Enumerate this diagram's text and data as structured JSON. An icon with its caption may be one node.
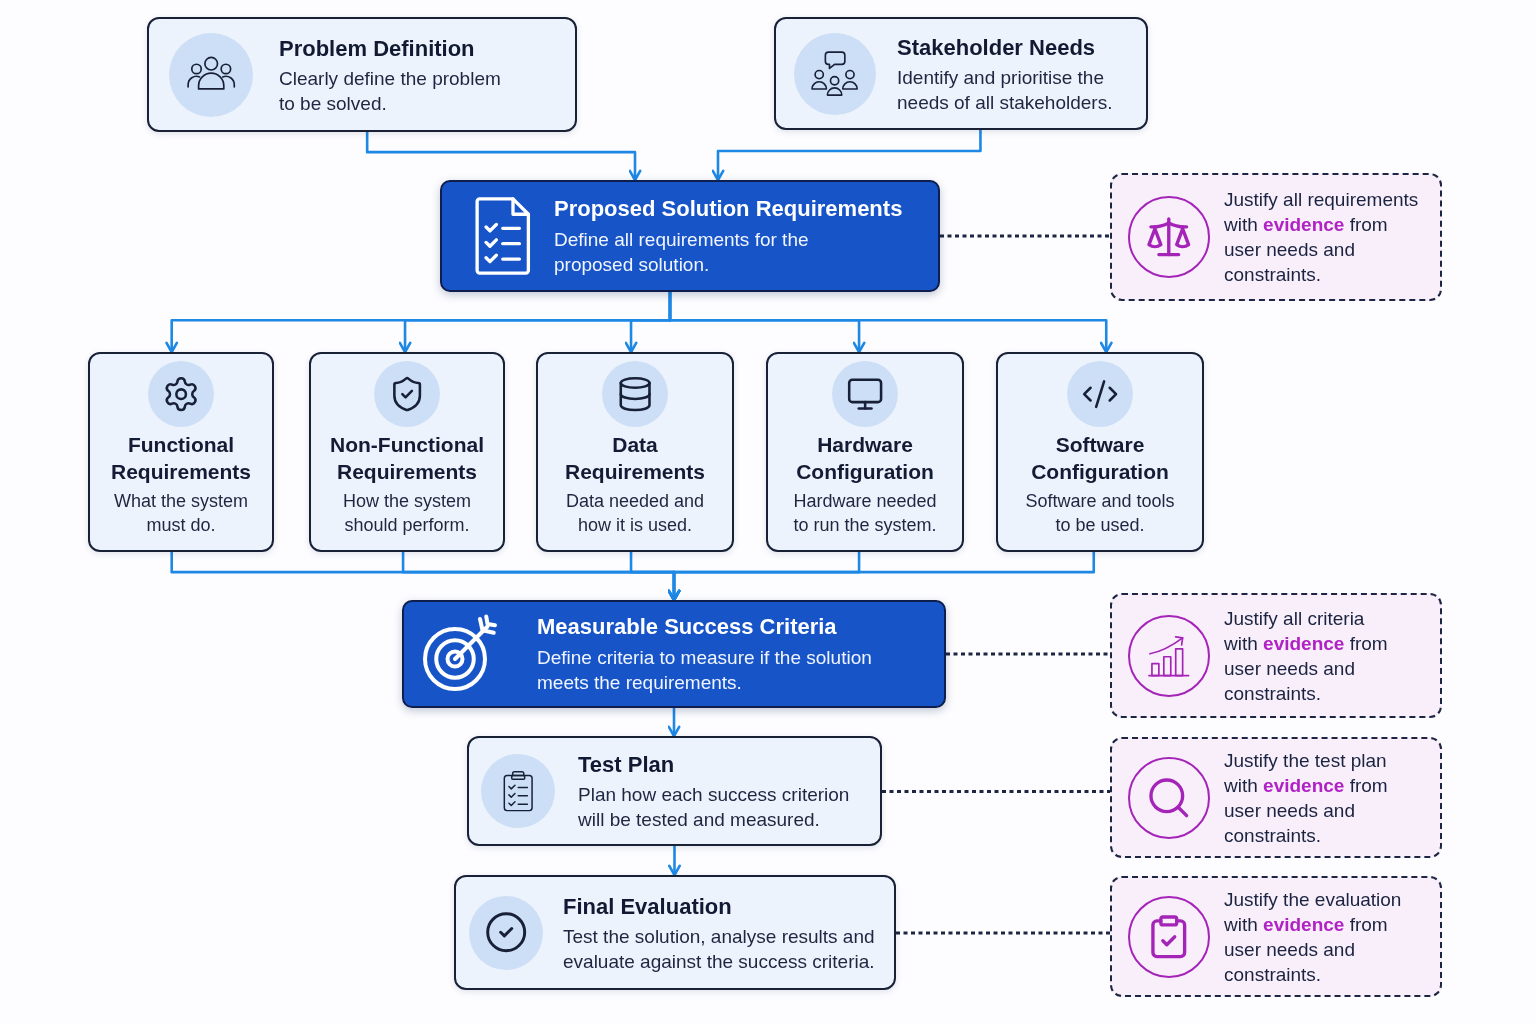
{
  "diagram": {
    "nodes": [
      {
        "text": [
          "Problem Definition",
          "Clearly define the problem to be solved."
        ]
      },
      {
        "text": [
          "Stakeholder Needs",
          "Identify and prioritise the needs of all stakeholders."
        ]
      },
      {
        "text": [
          "Proposed Solution Requirements",
          "Define all requirements for the proposed solution."
        ]
      },
      {
        "text": [
          "Justify all requirements with **evidence** from user needs and constraints."
        ]
      },
      {
        "text": [
          "Functional Requirements",
          "What the system must do."
        ]
      },
      {
        "text": [
          "Non-Functional Requirements",
          "How the system should perform."
        ]
      },
      {
        "text": [
          "Data Requirements",
          "Data needed and how it is used."
        ]
      },
      {
        "text": [
          "Hardware Configuration",
          "Hardware needed to run the system."
        ]
      },
      {
        "text": [
          "Software Configuration",
          "Software and tools to be used."
        ]
      },
      {
        "text": [
          "Measurable Success Criteria",
          "Define criteria to measure if the solution meets the requirements."
        ]
      },
      {
        "text": [
          "Justify all criteria with **evidence** from user needs and constraints."
        ]
      },
      {
        "text": [
          "Test Plan",
          "Plan how each success criterion will be tested and measured."
        ]
      },
      {
        "text": [
          "Justify the test plan with **evidence** from user needs and constraints."
        ]
      },
      {
        "text": [
          "Final Evaluation",
          "Test the solution, analyse results and evaluate against the success criteria."
        ]
      },
      {
        "text": [
          "Justify the evaluation with **evidence** from user needs and constraints."
        ]
      }
    ],
    "edges": [
      {
        "from": 0,
        "to": 2,
        "arrow": "to"
      },
      {
        "from": 1,
        "to": 2,
        "arrow": "to"
      },
      {
        "from": 2,
        "to": 3,
        "arrow": "none",
        "style": "dashed",
        "color": "#1c2541"
      },
      {
        "from": 2,
        "to": 4,
        "arrow": "to"
      },
      {
        "from": 2,
        "to": 5,
        "arrow": "to"
      },
      {
        "from": 2,
        "to": 6,
        "arrow": "to"
      },
      {
        "from": 2,
        "to": 7,
        "arrow": "to"
      },
      {
        "from": 2,
        "to": 8,
        "arrow": "to"
      },
      {
        "from": 4,
        "to": 9,
        "arrow": "to"
      },
      {
        "from": 5,
        "to": 9,
        "arrow": "to"
      },
      {
        "from": 6,
        "to": 9,
        "arrow": "to"
      },
      {
        "from": 7,
        "to": 9,
        "arrow": "to"
      },
      {
        "from": 8,
        "to": 9,
        "arrow": "to"
      },
      {
        "from": 9,
        "to": 10,
        "arrow": "none",
        "style": "dashed",
        "color": "#1c2541"
      },
      {
        "from": 9,
        "to": 11,
        "arrow": "to"
      },
      {
        "from": 11,
        "to": 12,
        "arrow": "none",
        "style": "dashed",
        "color": "#1c2541"
      },
      {
        "from": 11,
        "to": 13,
        "arrow": "to"
      },
      {
        "from": 13,
        "to": 14,
        "arrow": "none",
        "style": "dashed",
        "color": "#1c2541"
      }
    ]
  }
}
